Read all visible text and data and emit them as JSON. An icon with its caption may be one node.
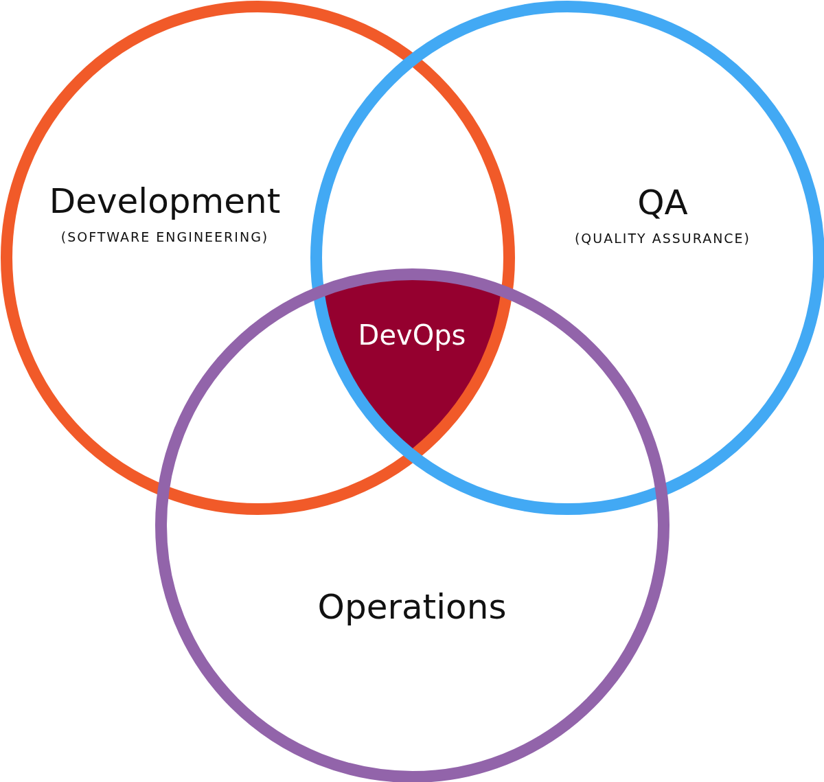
{
  "diagram": {
    "nodes": [
      {
        "text": [
          "Development",
          "(SOFTWARE ENGINEERING)"
        ]
      },
      {
        "text": [
          "QA",
          "(QUALITY ASSURANCE)"
        ]
      },
      {
        "text": [
          "Operations"
        ]
      },
      {
        "text": [
          "DevOps"
        ]
      }
    ]
  }
}
